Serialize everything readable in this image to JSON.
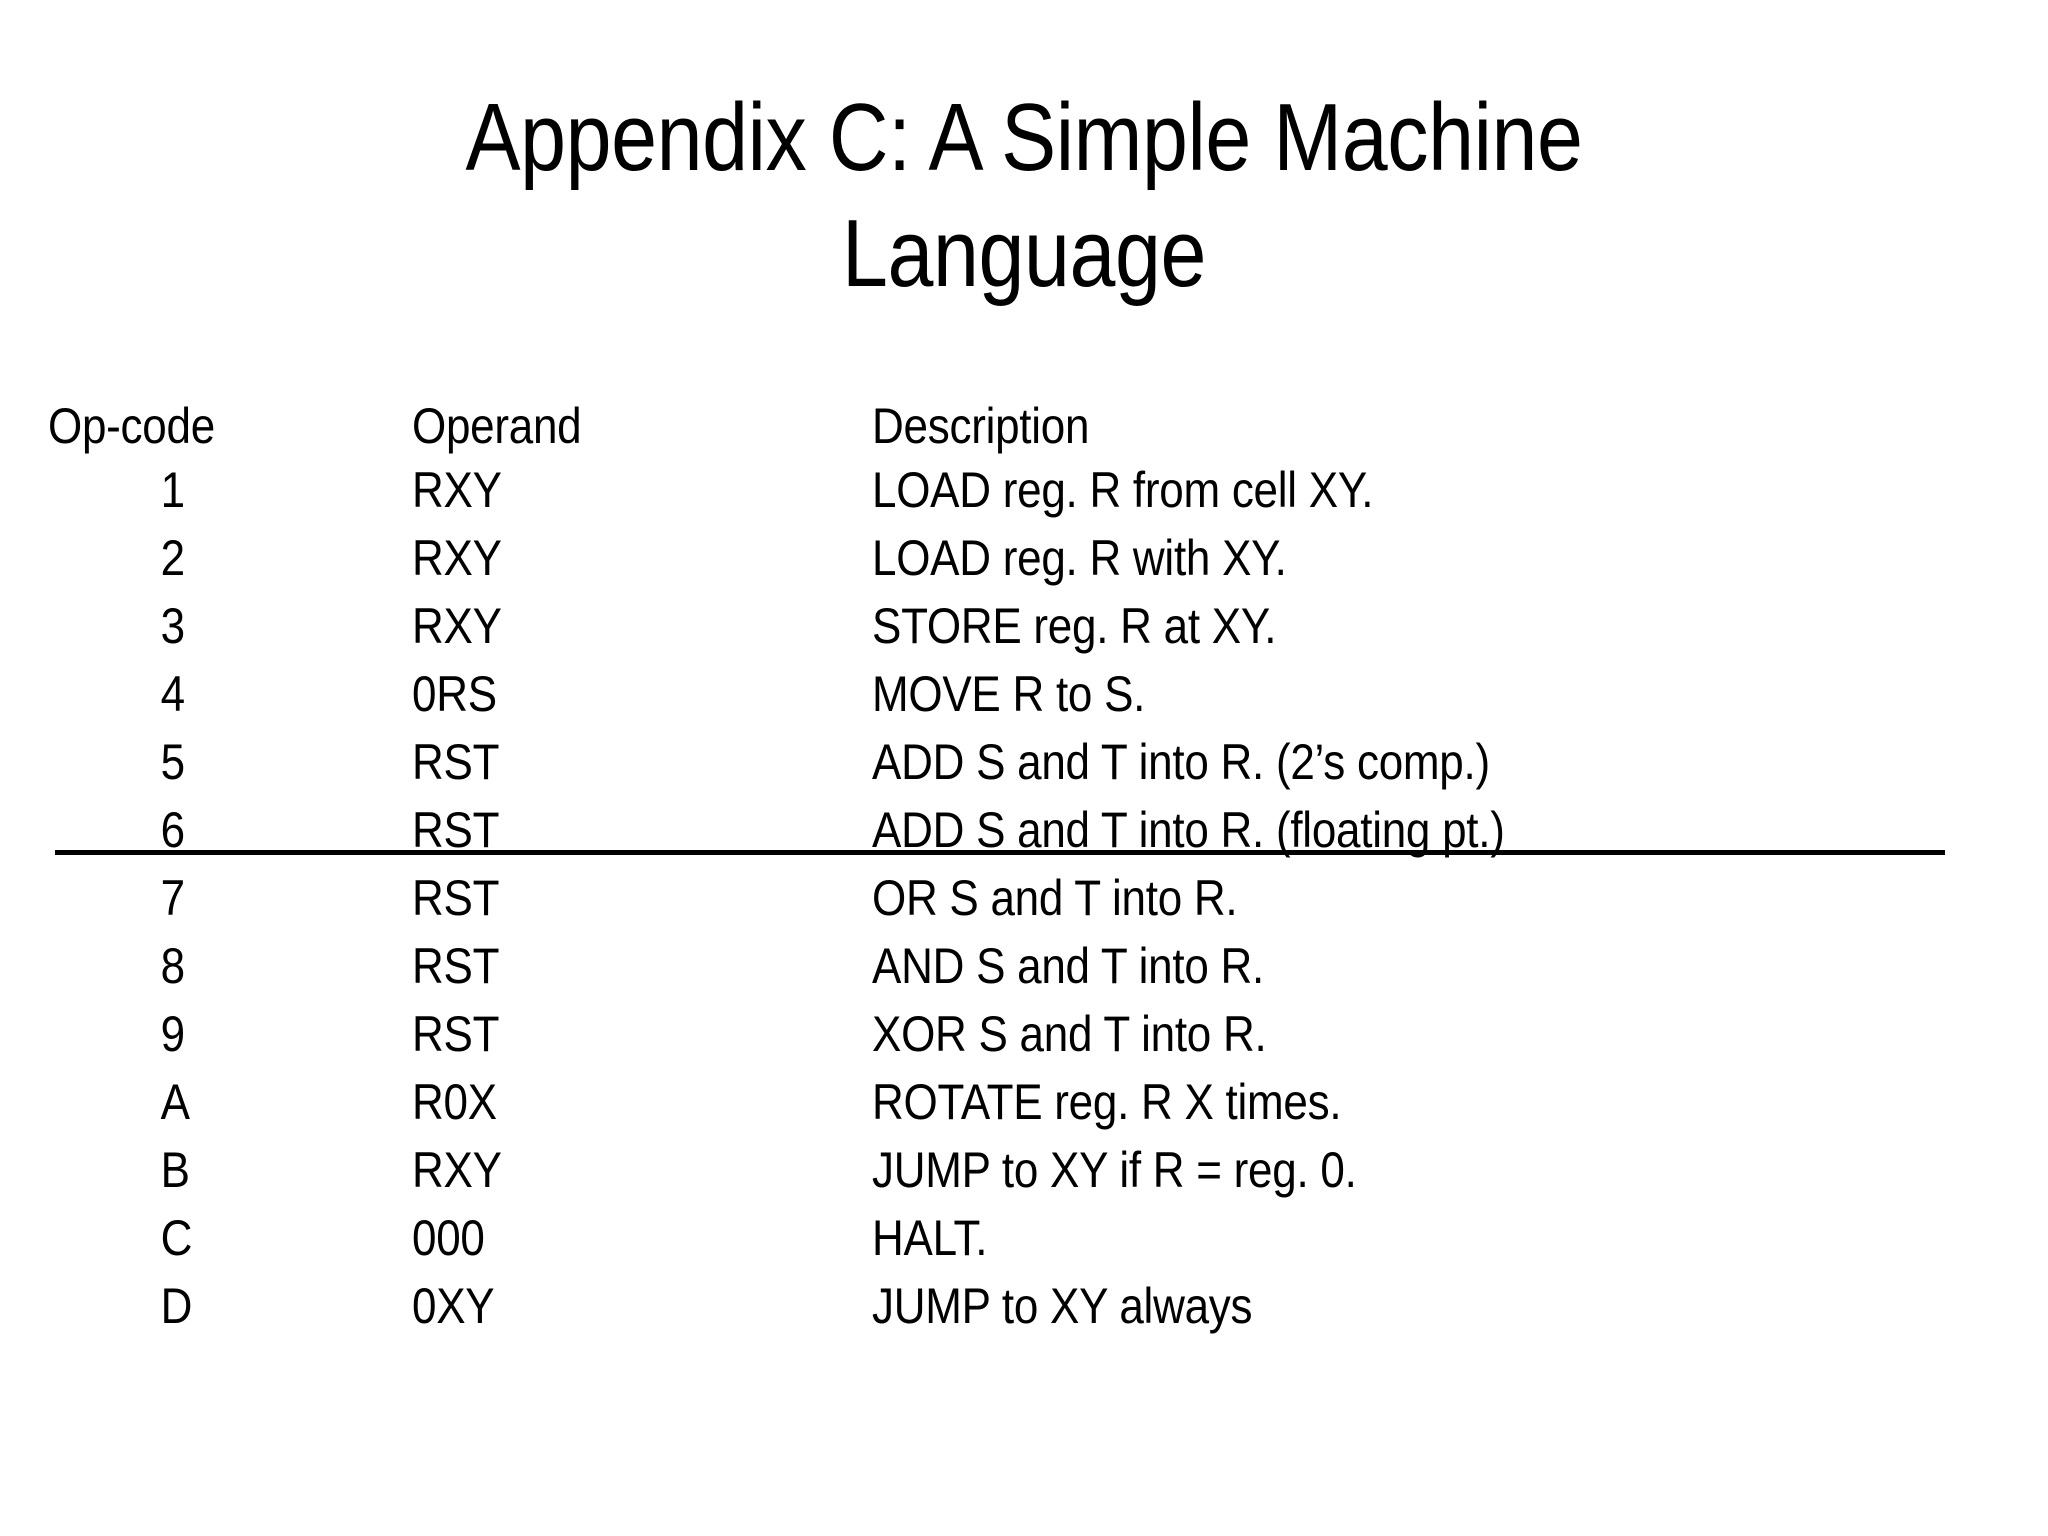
{
  "slide": {
    "title_lines": [
      "Appendix C: A Simple Machine",
      "Language"
    ],
    "title_full": "Appendix C: A Simple Machine Language",
    "background_color": "#FFFFFF",
    "text_color": "#000000"
  },
  "table": {
    "headers": {
      "opcode": "Op-code",
      "operand": "Operand",
      "description": "Description"
    },
    "rows": [
      {
        "opcode": "1",
        "operand": "RXY",
        "description": "LOAD reg. R from cell XY."
      },
      {
        "opcode": "2",
        "operand": "RXY",
        "description": "LOAD reg. R with XY."
      },
      {
        "opcode": "3",
        "operand": "RXY",
        "description": "STORE reg. R at XY."
      },
      {
        "opcode": "4",
        "operand": "0RS",
        "description": "MOVE R to S."
      },
      {
        "opcode": "5",
        "operand": "RST",
        "description": "ADD S and T into R. (2’s comp.)"
      },
      {
        "opcode": "6",
        "operand": "RST",
        "description": "ADD S and T into R. (floating pt.)"
      },
      {
        "opcode": "7",
        "operand": "RST",
        "description": "OR S and T into R."
      },
      {
        "opcode": "8",
        "operand": "RST",
        "description": "AND S and T into R."
      },
      {
        "opcode": "9",
        "operand": "RST",
        "description": "XOR S and T into R."
      },
      {
        "opcode": "A",
        "operand": "R0X",
        "description": "ROTATE reg. R X times."
      },
      {
        "opcode": "B",
        "operand": "RXY",
        "description": "JUMP to XY if R = reg. 0."
      },
      {
        "opcode": "C",
        "operand": "000",
        "description": "HALT."
      },
      {
        "opcode": "D",
        "operand": "0XY",
        "description": "JUMP to XY always"
      }
    ]
  }
}
